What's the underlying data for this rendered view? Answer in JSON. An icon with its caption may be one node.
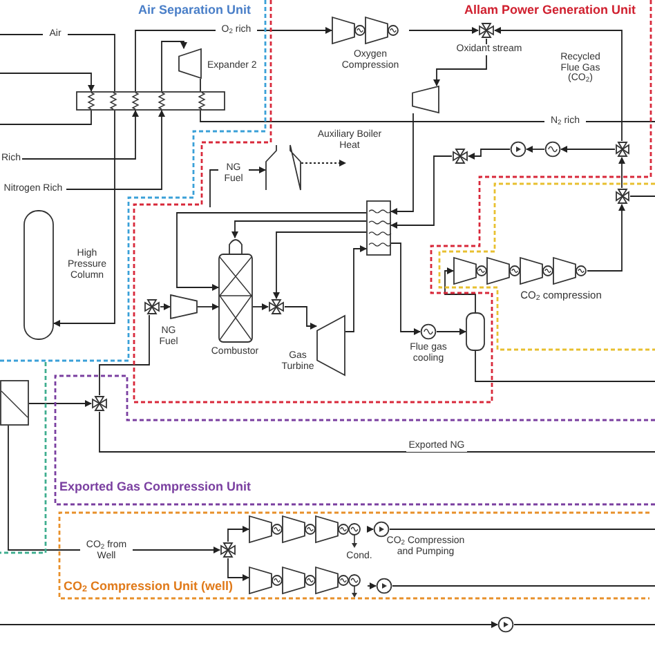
{
  "diagram": {
    "nodes": [
      {
        "text": [
          "Air Separation Unit"
        ]
      },
      {
        "text": [],
        "shape": "box"
      },
      {
        "text": [
          "Allam Power Generation Unit"
        ]
      },
      {
        "text": [
          "CO$_{2}$ compression"
        ]
      },
      {
        "text": [
          "Exported Gas Compression Unit"
        ]
      },
      {
        "text": [
          "CO$_{2}$ Compression Unit (well)"
        ]
      },
      {
        "text": [],
        "shape": "box"
      },
      {
        "text": [
          "Expander 2"
        ]
      },
      {
        "text": [
          "High Pressure Column"
        ]
      },
      {
        "text": [],
        "shape": "box",
        "in": 1
      },
      {
        "text": [],
        "shape": "valve"
      },
      {
        "text": [
          "Oxygen Compression"
        ]
      },
      {
        "text": [
          "Oxidant stream"
        ]
      },
      {
        "text": [],
        "shape": "compressor"
      },
      {
        "text": [],
        "shape": "valve"
      },
      {
        "text": [],
        "shape": "circle"
      },
      {
        "text": [],
        "shape": "pump"
      },
      {
        "text": [],
        "shape": "valve"
      },
      {
        "text": [],
        "shape": "boiler"
      },
      {
        "text": [],
        "shape": "box"
      },
      {
        "text": [],
        "shape": "valve"
      },
      {
        "text": [],
        "shape": "compressor"
      },
      {
        "text": [
          "Combustor"
        ]
      },
      {
        "text": [],
        "shape": "valve"
      },
      {
        "text": [
          "Gas Turbine"
        ]
      },
      {
        "text": [
          "Flue gas cooling"
        ]
      },
      {
        "text": [],
        "shape": "cylinder"
      },
      {
        "text": [],
        "shape": "compressor"
      },
      {
        "text": [],
        "shape": "valve"
      },
      {
        "text": [],
        "shape": "valve",
        "in": 5
      },
      {
        "text": [],
        "shape": "compressor",
        "in": 5
      },
      {
        "text": [],
        "shape": "pump",
        "in": 5
      },
      {
        "text": [],
        "shape": "compressor",
        "in": 5
      },
      {
        "text": [],
        "shape": "pump",
        "in": 5
      },
      {
        "text": [],
        "shape": "pump"
      }
    ],
    "edges": [
      {
        "from": null,
        "to": 6,
        "arrow": "none",
        "label": "Air"
      },
      {
        "from": null,
        "to": 6,
        "arrow": "to"
      },
      {
        "from": 6,
        "to": null,
        "arrow": "none"
      },
      {
        "from": 6,
        "to": 11,
        "arrow": "to",
        "label": "O$_{2}$ rich"
      },
      {
        "from": 6,
        "to": 7,
        "arrow": "to"
      },
      {
        "from": 7,
        "to": 6,
        "arrow": "none"
      },
      {
        "from": 6,
        "to": null,
        "arrow": "none",
        "label": "N$_{2}$ rich"
      },
      {
        "from": null,
        "to": 6,
        "arrow": "to",
        "label": "Rich"
      },
      {
        "from": null,
        "to": 6,
        "arrow": "to",
        "label": "Nitrogen Rich"
      },
      {
        "from": 6,
        "to": 8,
        "arrow": "to"
      },
      {
        "from": 11,
        "to": 12,
        "arrow": "to"
      },
      {
        "from": 14,
        "to": 12,
        "arrow": "to",
        "label": "Recycled Flue Gas (CO$_{2}$)"
      },
      {
        "from": 12,
        "to": 13,
        "arrow": "to"
      },
      {
        "from": 13,
        "to": 19,
        "arrow": "to"
      },
      {
        "from": 14,
        "to": 15,
        "arrow": "to"
      },
      {
        "from": 15,
        "to": 16,
        "arrow": "to"
      },
      {
        "from": 16,
        "to": 17,
        "arrow": "to"
      },
      {
        "from": 17,
        "to": 19,
        "arrow": "to"
      },
      {
        "from": 28,
        "to": 14,
        "arrow": "to"
      },
      {
        "from": 27,
        "to": 28,
        "arrow": "to"
      },
      {
        "from": 28,
        "to": null,
        "arrow": "none"
      },
      {
        "from": null,
        "to": 18,
        "arrow": "to",
        "label": "NG Fuel"
      },
      {
        "from": 18,
        "to": null,
        "arrow": "to",
        "style": "dashed",
        "label": "Auxiliary Boiler Heat"
      },
      {
        "from": 19,
        "to": 22,
        "arrow": "to"
      },
      {
        "from": 19,
        "to": 22,
        "arrow": "to"
      },
      {
        "from": 19,
        "to": 23,
        "arrow": "to"
      },
      {
        "from": 22,
        "to": 23,
        "arrow": "to"
      },
      {
        "from": 23,
        "to": 24,
        "arrow": "to"
      },
      {
        "from": 24,
        "to": 19,
        "arrow": "to"
      },
      {
        "from": 19,
        "to": 25,
        "arrow": "to"
      },
      {
        "from": 25,
        "to": 26,
        "arrow": "to"
      },
      {
        "from": 26,
        "to": 27,
        "arrow": "to"
      },
      {
        "from": 26,
        "to": null,
        "arrow": "none"
      },
      {
        "from": 21,
        "to": 22,
        "arrow": "to"
      },
      {
        "from": 20,
        "to": 21,
        "arrow": "to"
      },
      {
        "from": 10,
        "to": 20,
        "arrow": "none",
        "label": "NG Fuel"
      },
      {
        "from": 9,
        "to": 10,
        "arrow": "to"
      },
      {
        "from": 10,
        "to": null,
        "arrow": "none",
        "label": "Exported NG"
      },
      {
        "from": 9,
        "to": 29,
        "arrow": "to",
        "label": "CO$_{2}$ from Well"
      },
      {
        "from": 29,
        "to": 30,
        "arrow": "to"
      },
      {
        "from": 29,
        "to": 32,
        "arrow": "to"
      },
      {
        "from": 30,
        "to": 31,
        "arrow": "to"
      },
      {
        "from": 32,
        "to": 33,
        "arrow": "to"
      },
      {
        "from": 31,
        "to": null,
        "arrow": "none"
      },
      {
        "from": 33,
        "to": null,
        "arrow": "none"
      },
      {
        "from": null,
        "to": 34,
        "arrow": "to"
      },
      {
        "from": 34,
        "to": null,
        "arrow": "none"
      }
    ],
    "labels": [
      "CO$_{2}$ Compression and Pumping",
      "Cond."
    ]
  }
}
